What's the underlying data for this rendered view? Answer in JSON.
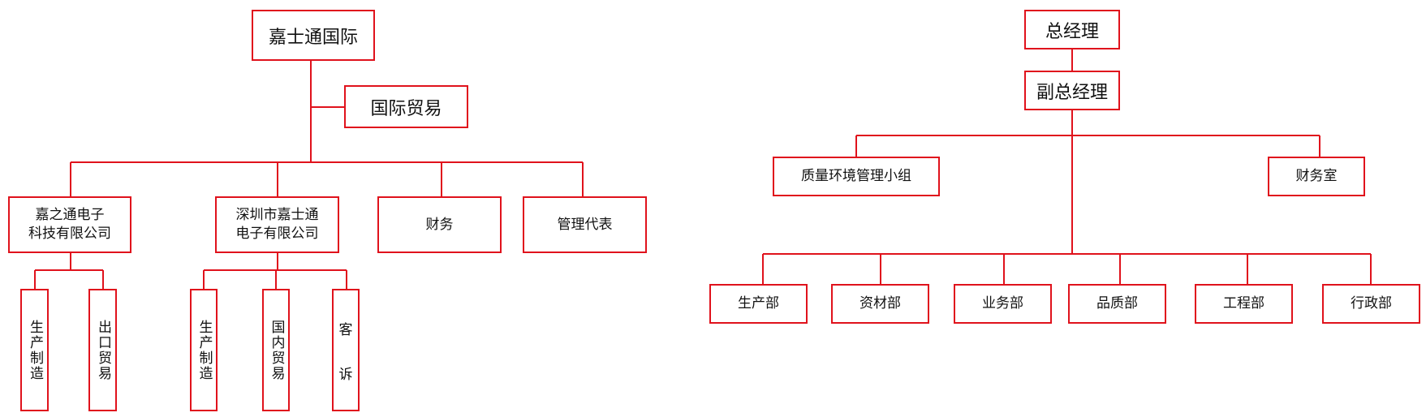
{
  "left_chart": {
    "root": "嘉士通国际",
    "side_branch": "国际贸易",
    "units": [
      {
        "line1": "嘉之通电子",
        "line2": "科技有限公司"
      },
      {
        "line1": "深圳市嘉士通",
        "line2": "电子有限公司"
      },
      {
        "label": "财务"
      },
      {
        "label": "管理代表"
      }
    ],
    "sub_units_1": [
      "生产制造",
      "出口贸易"
    ],
    "sub_units_2": [
      "生产制造",
      "国内贸易"
    ],
    "complaint": {
      "char1": "客",
      "char2": "诉"
    }
  },
  "right_chart": {
    "general_manager": "总经理",
    "deputy_manager": "副总经理",
    "qe_group": "质量环境管理小组",
    "finance_office": "财务室",
    "departments": [
      "生产部",
      "资材部",
      "业务部",
      "品质部",
      "工程部",
      "行政部"
    ]
  },
  "colors": {
    "line": "#e0121c",
    "text": "#111111"
  }
}
